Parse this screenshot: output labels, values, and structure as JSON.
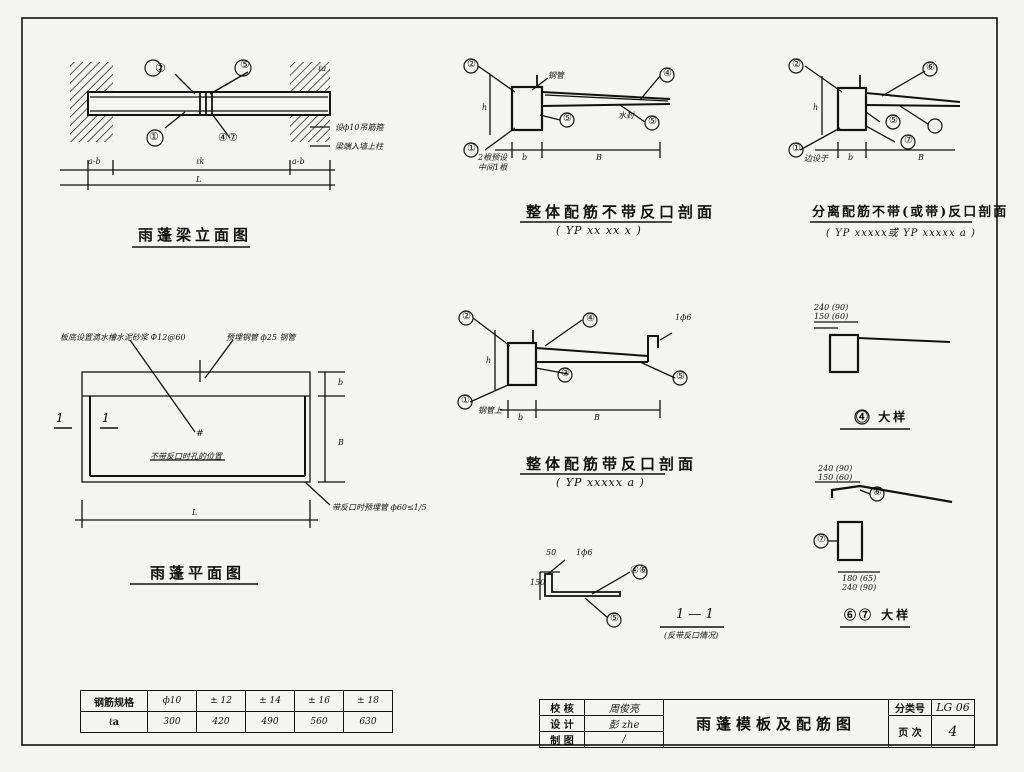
{
  "views": {
    "beam_elevation": {
      "title": "雨蓬梁立面图",
      "callouts": [
        "②",
        "⑤",
        "①",
        "④⑦"
      ],
      "dim_labels": [
        "ℓa",
        "a-b",
        "ℓk",
        "a-b",
        "L"
      ],
      "notes": [
        "设ф10吊筋箍",
        "梁端入墙上柱"
      ]
    },
    "section_integral_no_lip": {
      "title": "整体配筋不带反口剖面",
      "code": "( YP xx xx x )",
      "callouts": [
        "②",
        "④",
        "⑤",
        "⑤",
        "①"
      ],
      "notes": [
        "钢管",
        "水封",
        "2根预设",
        "中间1根"
      ],
      "dim_labels": [
        "h",
        "b",
        "B"
      ]
    },
    "section_separate": {
      "title": "分离配筋不带(或带)反口剖面",
      "code": "( YP xxxxx或 YP xxxxx a )",
      "callouts": [
        "②",
        "⑥",
        "⑤",
        "⑦",
        "①"
      ],
      "notes": [
        "边设于"
      ],
      "dim_labels": [
        "h",
        "b",
        "B"
      ]
    },
    "plan": {
      "title": "雨蓬平面图",
      "notes": [
        "板底设置滴水槽水泥砂浆 Ф12@60",
        "预埋钢管 ф25 钢管",
        "不带反口时孔的位置",
        "带反口时预埋管 ф60≤1/5"
      ],
      "section_marks": [
        "1",
        "1"
      ],
      "dim_labels": [
        "b",
        "B",
        "L"
      ]
    },
    "section_integral_lip": {
      "title": "整体配筋带反口剖面",
      "code": "( YP xxxxx a )",
      "callouts": [
        "②",
        "④",
        "③",
        "⑤",
        "①"
      ],
      "notes": [
        "钢管上",
        "1ф6"
      ],
      "dim_labels": [
        "h",
        "b",
        "B"
      ]
    },
    "detail_4": {
      "title": "④ 大样",
      "dims": [
        "240 (90)",
        "150 (60)"
      ]
    },
    "detail_67": {
      "title": "⑥⑦ 大样",
      "dims": [
        "240 (90)",
        "150 (60)",
        "180 (65)",
        "240 (90)"
      ],
      "callouts": [
        "⑥",
        "⑦"
      ]
    },
    "section_1_1": {
      "title": "1 — 1",
      "subtitle": "(反带反口情况)",
      "callouts": [
        "④⑥",
        "⑤"
      ],
      "dims": [
        "50",
        "1ф6",
        "150"
      ]
    }
  },
  "rebar_table": {
    "header_row1": "钢筋规格",
    "header_row2": "ℓa",
    "specs": [
      "ф10",
      "± 12",
      "± 14",
      "± 16",
      "± 18"
    ],
    "lengths": [
      "300",
      "420",
      "490",
      "560",
      "630"
    ]
  },
  "title_block": {
    "drawing_title": "雨蓬模板及配筋图",
    "roles": [
      "校 核",
      "设 计",
      "制 图"
    ],
    "signatures": [
      "周俊亮",
      "彭 zhe",
      "/"
    ],
    "category_label": "分类号",
    "category_value": "LG 06",
    "page_label": "页 次",
    "page_value": "4"
  }
}
